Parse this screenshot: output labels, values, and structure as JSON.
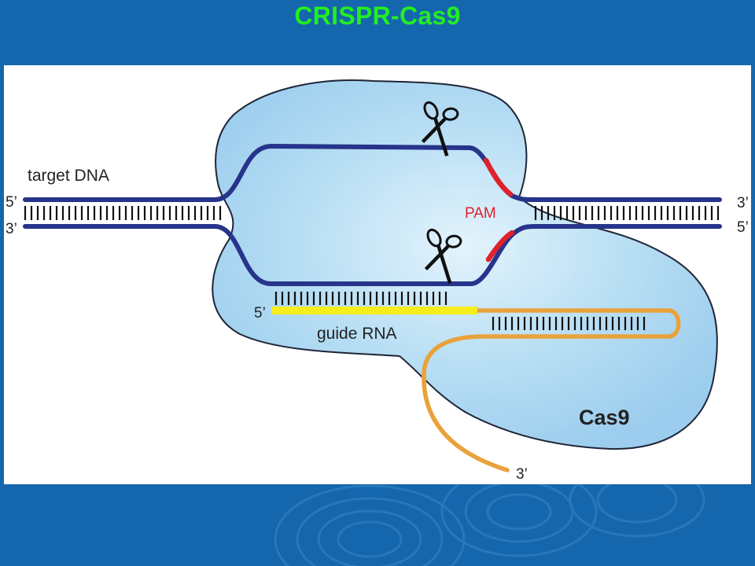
{
  "slide": {
    "title": "CRISPR-Cas9"
  },
  "labels": {
    "target_dna": "target DNA",
    "five_prime_left": "5’",
    "three_prime_left": "3’",
    "three_prime_right": "3’",
    "five_prime_right": "5’",
    "pam": "PAM",
    "guide_five_prime": "5’",
    "guide_rna": "guide RNA",
    "cas9": "Cas9",
    "rna_three_prime": "3’"
  },
  "icons": [
    "scissors-icon",
    "scissors-icon"
  ],
  "colors": {
    "slide_background": "#1567ad",
    "title": "#22ee22",
    "panel": "#ffffff",
    "cas9_protein": "#a9d7f2",
    "dna_strand": "#27348b",
    "pam": "#e0202a",
    "guide_rna_spacer": "#f5ee1c",
    "guide_rna_scaffold": "#e9a23b",
    "base_pairs": "#111111"
  }
}
